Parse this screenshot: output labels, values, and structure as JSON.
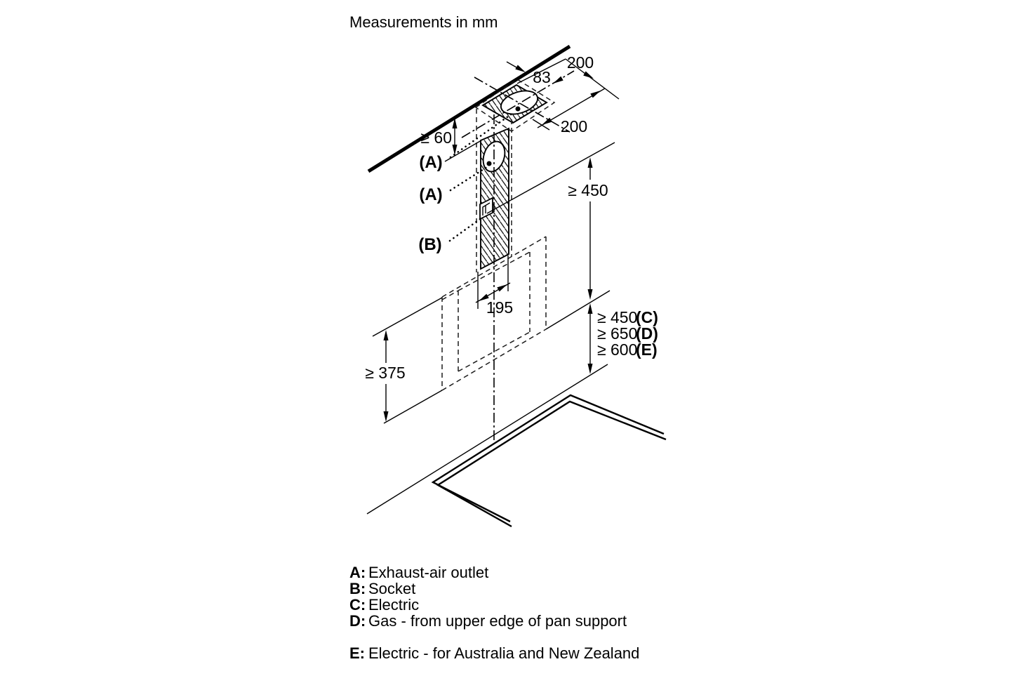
{
  "title": "Measurements in mm",
  "diagram": {
    "dims": {
      "top_200": "200",
      "depth_83": "83",
      "side_200": "200",
      "ge60": "≥ 60",
      "ge450": "≥ 450",
      "w195": "195",
      "ge375": "≥ 375"
    },
    "callouts": {
      "a1": "(A)",
      "a2": "(A)",
      "b": "(B)"
    },
    "clearances": [
      {
        "value": "≥ 450",
        "key": "(C)"
      },
      {
        "value": "≥ 650",
        "key": "(D)"
      },
      {
        "value": "≥ 600",
        "key": "(E)"
      }
    ]
  },
  "legend": {
    "items": [
      {
        "key": "A:",
        "text": "Exhaust-air outlet"
      },
      {
        "key": "B:",
        "text": "Socket"
      },
      {
        "key": "C:",
        "text": "Electric"
      },
      {
        "key": "D:",
        "text": "Gas - from upper edge of pan support"
      },
      {
        "key": "E:",
        "text": "Electric - for Australia and New Zealand"
      }
    ]
  },
  "colors": {
    "ink": "#000000",
    "background": "#ffffff"
  }
}
